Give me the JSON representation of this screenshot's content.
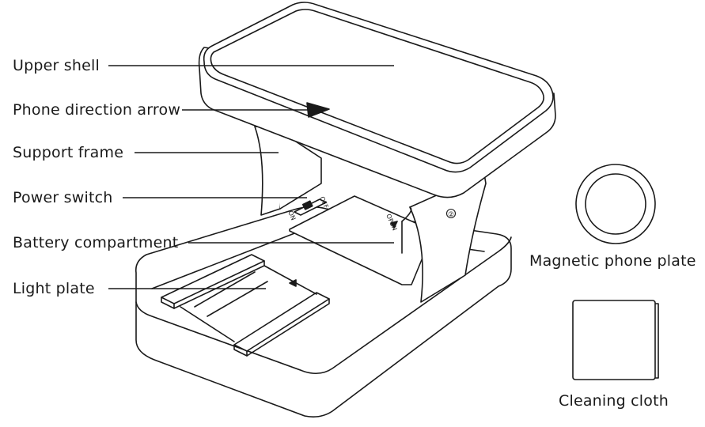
{
  "labels": {
    "upper_shell": "Upper shell",
    "phone_direction_arrow": "Phone direction arrow",
    "support_frame": "Support frame",
    "power_switch": "Power switch",
    "battery_compartment": "Battery compartment",
    "light_plate": "Light plate",
    "magnetic_phone_plate": "Magnetic phone plate",
    "cleaning_cloth": "Cleaning cloth"
  },
  "device_marks": {
    "support_number": "②",
    "switch_off": "OFF",
    "switch_on": "ON",
    "battery_open": "OPEN"
  },
  "colors": {
    "line": "#1a1a1a",
    "background": "#ffffff"
  }
}
